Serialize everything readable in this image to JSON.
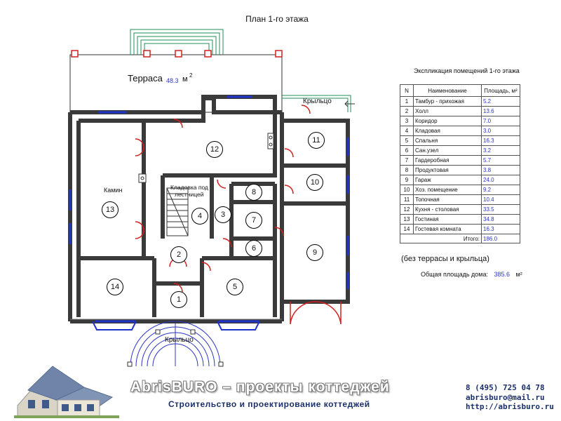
{
  "plan": {
    "title": "План 1-го этажа",
    "terrace_label": "Терраса",
    "terrace_area": "48.3",
    "terrace_unit": "м",
    "terrace_sup": "2",
    "porch_top_label": "Крыльцо",
    "porch_bottom_label": "Крыльцо",
    "fireplace_label": "Камин",
    "pantry_label_line1": "Кладовка под",
    "pantry_label_line2": "лестницей",
    "room_numbers": [
      "1",
      "2",
      "3",
      "4",
      "5",
      "6",
      "7",
      "8",
      "9",
      "10",
      "11",
      "12",
      "13",
      "14"
    ]
  },
  "explication": {
    "title": "Экспликация помещений 1-го этажа",
    "headers": [
      "N",
      "Наименование",
      "Площадь, м²"
    ],
    "rows": [
      {
        "n": "1",
        "name": "Тамбур - прихожая",
        "area": "5.2"
      },
      {
        "n": "2",
        "name": "Холл",
        "area": "13.6"
      },
      {
        "n": "3",
        "name": "Коридор",
        "area": "7.0"
      },
      {
        "n": "4",
        "name": "Кладовая",
        "area": "3.0"
      },
      {
        "n": "5",
        "name": "Спальня",
        "area": "16.3"
      },
      {
        "n": "6",
        "name": "Сан.узел",
        "area": "3.2"
      },
      {
        "n": "7",
        "name": "Гардеробная",
        "area": "5.7"
      },
      {
        "n": "8",
        "name": "Продуктовая",
        "area": "3.8"
      },
      {
        "n": "9",
        "name": "Гараж",
        "area": "24.0"
      },
      {
        "n": "10",
        "name": "Хоз. помещение",
        "area": "9.2"
      },
      {
        "n": "11",
        "name": "Топочная",
        "area": "10.4"
      },
      {
        "n": "12",
        "name": "Кухня - столовая",
        "area": "33.5"
      },
      {
        "n": "13",
        "name": "Гостиная",
        "area": "34.8"
      },
      {
        "n": "14",
        "name": "Гостевая комната",
        "area": "16.3"
      }
    ],
    "total_label": "Итого:",
    "total_value": "186.0",
    "note": "(без террасы и крыльца)",
    "house_total_label": "Общая площадь дома:",
    "house_total_value": "385.6",
    "house_total_unit": "м²"
  },
  "footer": {
    "brand": "AbrisBURO – проекты коттеджей",
    "tagline": "Строительство и проектирование коттеджей",
    "phone": "8 (495) 725 04 78",
    "email": "abrisburo@mail.ru",
    "url": "http://abrisburo.ru"
  },
  "colors": {
    "wall": "#3a3a3a",
    "door": "#d42020",
    "window": "#1e33c9",
    "accent": "#2b36c7",
    "terrace": "#1f8f5a"
  }
}
